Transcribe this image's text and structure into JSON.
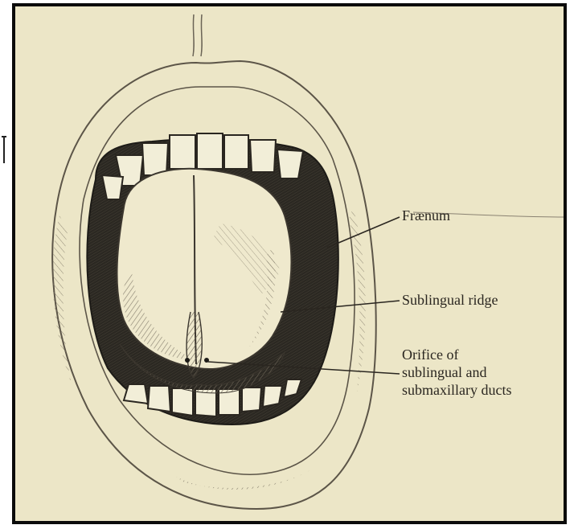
{
  "labels": {
    "fraenum": "Frænum",
    "sublingual_ridge": "Sublingual ridge",
    "orifice": [
      "Orifice of",
      "sublingual and",
      "submaxillary ducts"
    ]
  },
  "colors": {
    "paper": "#ece6c7",
    "ink": "#2a2620",
    "frame": "#0b0b0b"
  }
}
